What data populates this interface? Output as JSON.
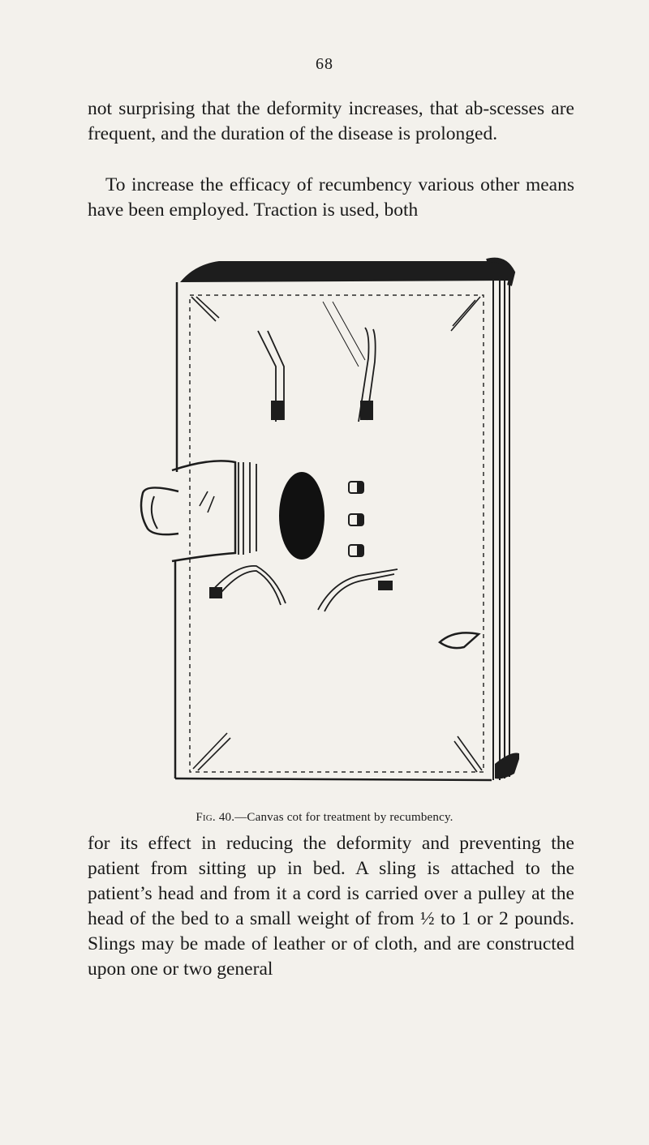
{
  "page": {
    "number": "68"
  },
  "text": {
    "paragraph_1": "not surprising that the deformity increases, that ab-scesses are frequent, and the duration of the disease is prolonged.",
    "paragraph_2": "To increase the efficacy of recumbency various other means have been employed. Traction is used, both",
    "paragraph_3": "for its effect in reducing the deformity and preventing the patient from sitting up in bed. A sling is attached to the patient’s head and from it a cord is carried over a pulley at the head of the bed to a small weight of from ½ to 1 or 2 pounds. Slings may be made of leather or of cloth, and are constructed upon one or two general"
  },
  "figure": {
    "caption_label": "Fig. 40.",
    "caption_text": "—Canvas cot for treatment by recumbency."
  }
}
